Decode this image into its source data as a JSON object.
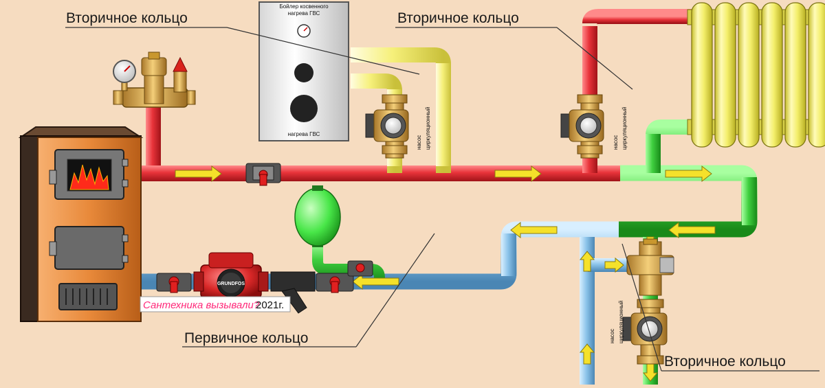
{
  "labels": {
    "secondary_loop_top_left": "Вторичное кольцо",
    "secondary_loop_top_right": "Вторичное кольцо",
    "secondary_loop_bottom_right": "Вторичное кольцо",
    "primary_loop": "Первичное кольцо"
  },
  "boiler_indirect": {
    "line1": "Бойлер косвенного",
    "line2": "нагрева ГВС"
  },
  "pump_label": {
    "line1": "насос",
    "line2": "циркуляционный"
  },
  "pump_brand": "GRUNDFOS",
  "watermark": {
    "text": "Сантехника вызывали?",
    "year": "2021г."
  },
  "colors": {
    "background": "#f6dcc0",
    "hot_pipe": "#e8333a",
    "cold_pipe": "#8cc4ea",
    "return_pipe": "#3fcf3f",
    "dhw_pipe": "#f6f07a",
    "radiator": "#f3ee6a",
    "boiler_body": "#e8893a",
    "brass": "#e7b24c",
    "expansion_tank": "#48e648",
    "arrow": "#f5e12a"
  }
}
